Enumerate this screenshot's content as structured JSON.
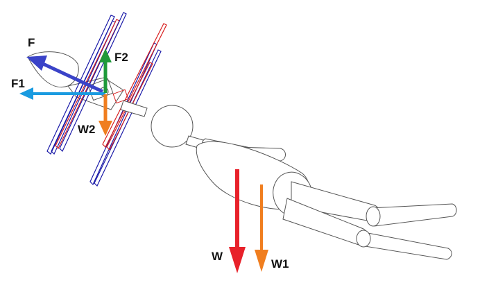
{
  "labels": {
    "F": "F",
    "F1": "F1",
    "F2": "F2",
    "W2": "W2",
    "W": "W",
    "W1": "W1"
  },
  "colors": {
    "F": "#3a43c8",
    "F1": "#1a9be0",
    "F2": "#1f9a3a",
    "W2": "#f07e1f",
    "W": "#e8212a",
    "W1": "#f07e1f",
    "outline": "#555555",
    "rotor_red": "#d81e1e",
    "rotor_blue": "#1a1aa8"
  }
}
